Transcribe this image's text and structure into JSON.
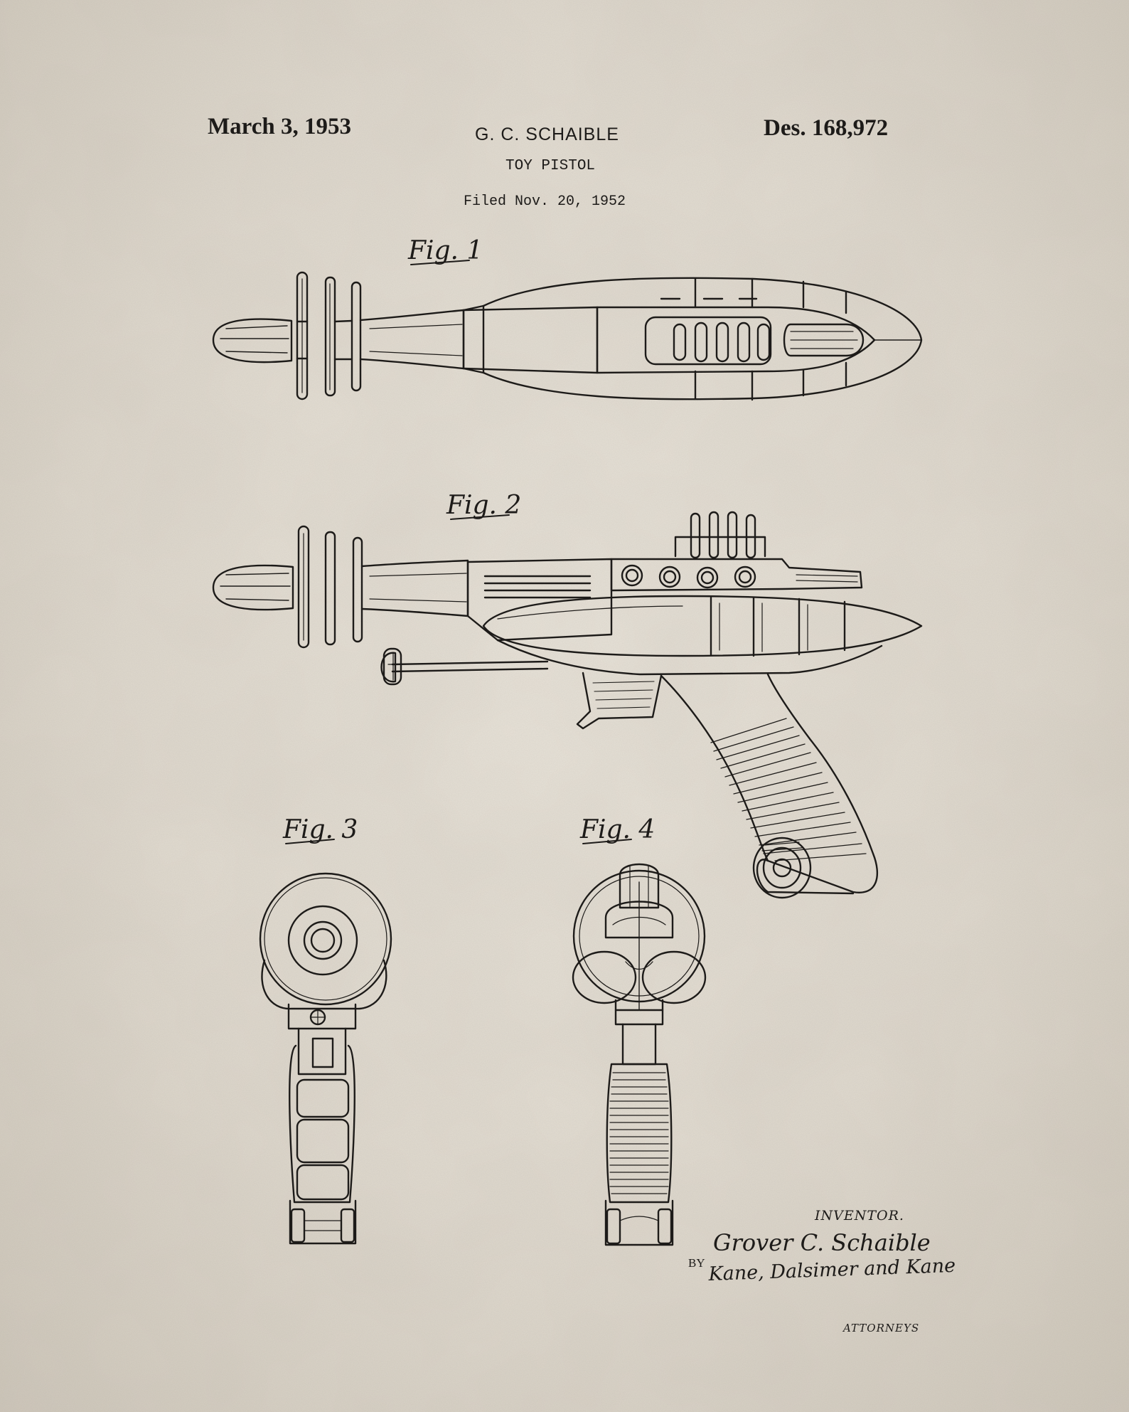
{
  "header": {
    "date": "March 3, 1953",
    "inventor_short": "G. C. SCHAIBLE",
    "patent_number": "Des. 168,972",
    "title": "TOY PISTOL",
    "filed": "Filed Nov. 20, 1952"
  },
  "figures": {
    "fig1": "Fig. 1",
    "fig2": "Fig. 2",
    "fig3": "Fig. 3",
    "fig4": "Fig. 4"
  },
  "signature": {
    "inventor_label": "INVENTOR.",
    "inventor_name": "Grover C. Schaible",
    "by": "BY",
    "attorneys_name": "Kane, Dalsimer and Kane",
    "attorneys_label": "ATTORNEYS"
  },
  "colors": {
    "paper": "#e3ddd2",
    "ink": "#1d1b19"
  }
}
